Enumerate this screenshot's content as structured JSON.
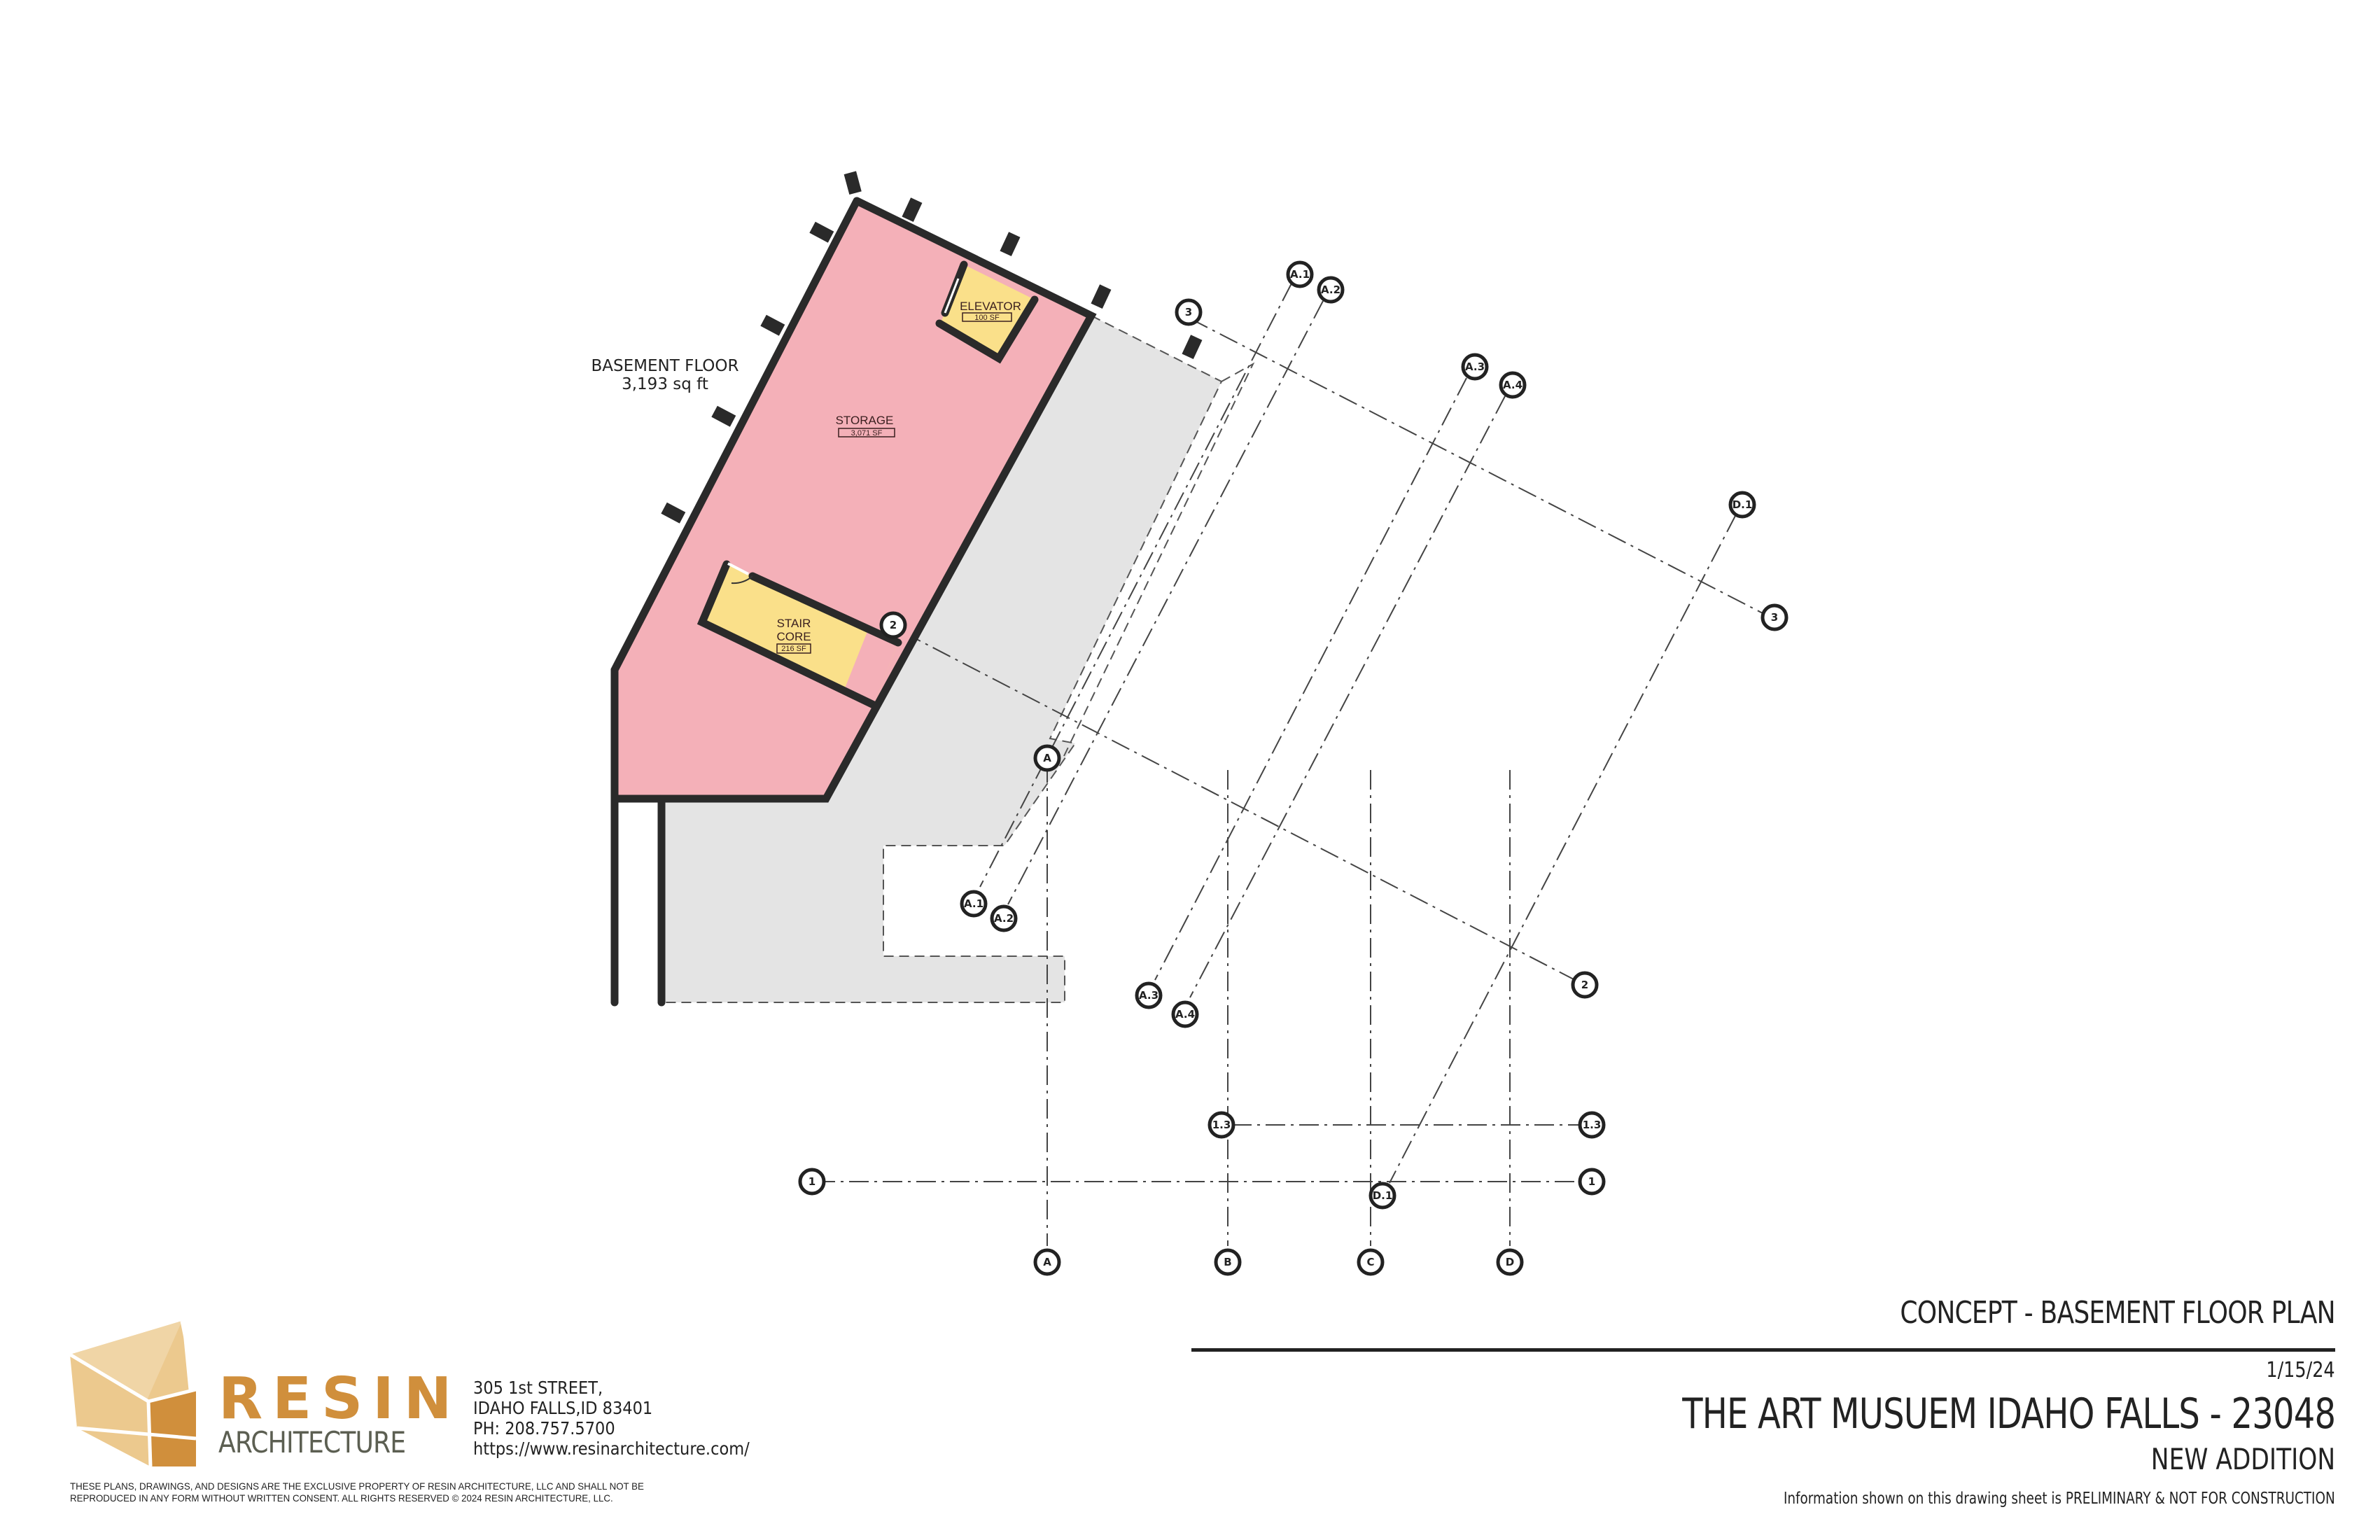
{
  "drawing": {
    "floor_label": {
      "title": "BASEMENT FLOOR",
      "area": "3,193 sq ft"
    },
    "rooms": [
      {
        "name": "STORAGE",
        "area": "3,071 SF",
        "color": "#f4b0b8"
      },
      {
        "name": "ELEVATOR",
        "area": "100 SF",
        "color": "#fae08a"
      },
      {
        "name_line1": "STAIR",
        "name_line2": "CORE",
        "area": "216 SF",
        "color": "#fae08a"
      }
    ],
    "existing_area_color": "#e4e4e4",
    "grid_bubbles": {
      "line_3": "3",
      "line_2": "2",
      "line_1": "1",
      "line_1_3": "1.3",
      "A": "A",
      "B": "B",
      "C": "C",
      "D": "D",
      "A_1": "A.1",
      "A_2": "A.2",
      "A_3": "A.3",
      "A_4": "A.4",
      "D_1": "D.1"
    }
  },
  "title_block": {
    "sheet_title": "CONCEPT - BASEMENT FLOOR PLAN",
    "date": "1/15/24",
    "project": "THE ART MUSUEM IDAHO FALLS - 23048",
    "subtitle": "NEW ADDITION",
    "disclaimer": "Information shown on this drawing sheet is PRELIMINARY & NOT FOR CONSTRUCTION"
  },
  "firm": {
    "name": "RESIN",
    "name_sub": "ARCHITECTURE",
    "brand_color": "#d08f3c",
    "address_line1": "305 1st STREET,",
    "address_line2": "IDAHO FALLS,ID  83401",
    "phone": "PH: 208.757.5700",
    "website": "https://www.resinarchitecture.com/",
    "copyright_line1": "THESE PLANS, DRAWINGS, AND DESIGNS ARE THE EXCLUSIVE PROPERTY OF RESIN ARCHITECTURE, LLC AND SHALL NOT BE",
    "copyright_line2": "REPRODUCED IN ANY FORM WITHOUT WRITTEN CONSENT. ALL RIGHTS RESERVED © 2024 RESIN ARCHITECTURE, LLC."
  }
}
